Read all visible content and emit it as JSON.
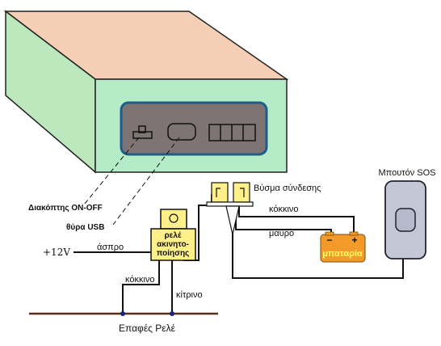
{
  "labels": {
    "switch": "Διακόπτης ON-OFF",
    "usb": "θύρα USB",
    "plus12v": "+12V",
    "white": "άσπρο",
    "relay_line1": "ρελέ",
    "relay_line2": "ακινητο-",
    "relay_line3": "ποίησης",
    "red_left": "κόκκινο",
    "yellow": "κίτρινο",
    "relay_contacts": "Επαφές Ρελέ",
    "connector": "Βύσμα σύνδεσης",
    "red_right": "κόκκινο",
    "black": "μαύρο",
    "battery": "μπαταρία",
    "battery_minus": "−",
    "battery_plus": "+",
    "sos_button": "Μπουτόν SOS"
  },
  "colors": {
    "box_top": "#f4cfb6",
    "box_side": "#bde8bd",
    "box_front": "#b5ecc8",
    "panel": "#7f7474",
    "panel_border": "#1b5c8c",
    "relay": "#fff08a",
    "battery": "#f39b2a",
    "battery_text": "#ffff66",
    "sos_body": "#c3c7d6",
    "wire": "#111111",
    "ground_wire": "#5a2a1a",
    "terminal": "#1a237e"
  }
}
